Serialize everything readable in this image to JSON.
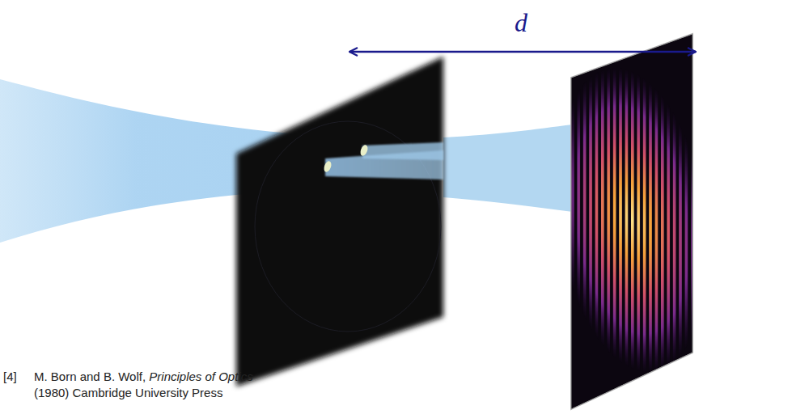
{
  "diagram": {
    "labels": [
      "d",
      "[4]",
      "M. Born and B. Wolf,",
      "Principles of Optics",
      "(1980) Cambridge University Press"
    ]
  }
}
